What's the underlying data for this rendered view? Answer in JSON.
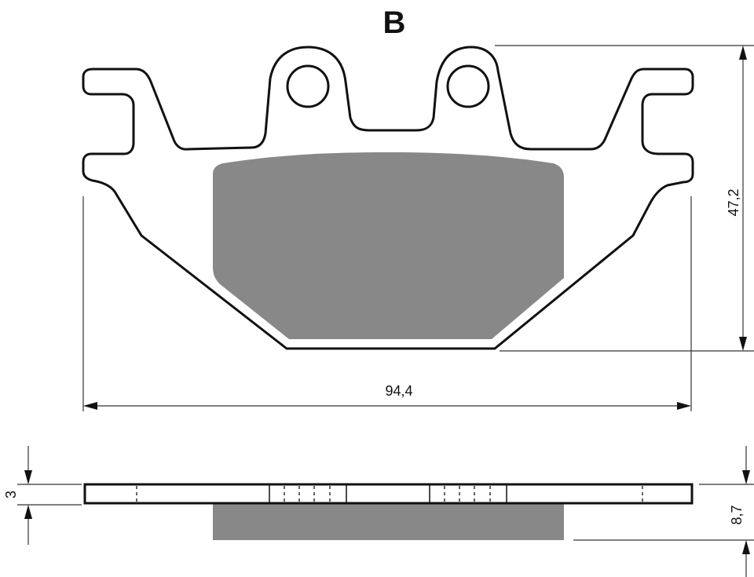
{
  "figure": {
    "label": "B"
  },
  "dimensions": {
    "width": "94,4",
    "height": "47,2",
    "plate_thickness": "3",
    "total_thickness": "8,7"
  },
  "colors": {
    "outline": "#111111",
    "friction_material": "#888888",
    "plate_fill": "#ffffff",
    "dimension_line": "#333333"
  }
}
